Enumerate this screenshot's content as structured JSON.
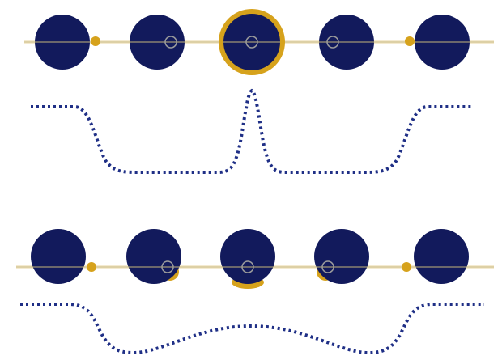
{
  "colors": {
    "background": "#ffffff",
    "planet": "#121a5c",
    "orbit_line": "#f4ead0",
    "orbit_axis": "#c6b77a",
    "moon": "#d6a21c",
    "moon_outline": "#9c9c9c",
    "light_curve": "#1f2f86"
  },
  "panels": [
    {
      "id": "aligned-transit",
      "moon_states": [
        "behind-right",
        "crossing",
        "fully-eclipsing",
        "crossing",
        "behind-left"
      ],
      "light_curve": {
        "baseline": 1.0,
        "primary_dip_depth": 1.0,
        "secondary_peak_height": 1.3,
        "ingress_phase": 0.13,
        "egress_phase": 0.87
      }
    },
    {
      "id": "grazing-transit",
      "moon_states": [
        "behind-right",
        "partial-below",
        "partial-below",
        "partial-below",
        "behind-left"
      ],
      "light_curve": {
        "baseline": 1.0,
        "primary_dip_depth": 1.0,
        "secondary_peak_height": 0.45,
        "ingress_phase": 0.13,
        "egress_phase": 0.87
      }
    }
  ]
}
